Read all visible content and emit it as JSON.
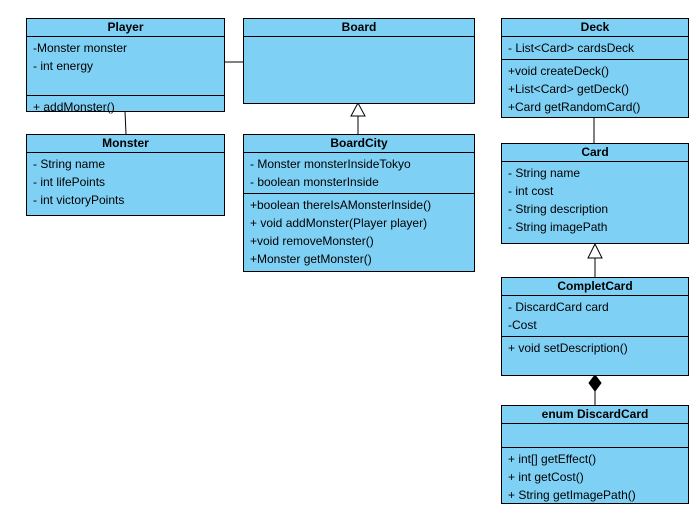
{
  "classes": {
    "player": {
      "name": "Player",
      "attributes": [
        "-Monster monster",
        "- int energy"
      ],
      "methods": [
        "+ addMonster()"
      ]
    },
    "board": {
      "name": "Board",
      "attributes": [],
      "methods": []
    },
    "deck": {
      "name": "Deck",
      "attributes": [
        "- List<Card> cardsDeck"
      ],
      "methods": [
        "+void createDeck()",
        "+List<Card> getDeck()",
        "+Card getRandomCard()"
      ]
    },
    "monster": {
      "name": "Monster",
      "attributes": [
        "- String name",
        "- int lifePoints",
        "- int victoryPoints"
      ],
      "methods": []
    },
    "boardcity": {
      "name": "BoardCity",
      "attributes": [
        "- Monster monsterInsideTokyo",
        "- boolean monsterInside"
      ],
      "methods": [
        "+boolean thereIsAMonsterInside()",
        "+ void addMonster(Player player)",
        "+void removeMonster()",
        "+Monster getMonster()"
      ]
    },
    "card": {
      "name": "Card",
      "attributes": [
        "- String name",
        "- int cost",
        "- String description",
        "- String imagePath"
      ],
      "methods": []
    },
    "completcard": {
      "name": "CompletCard",
      "attributes": [
        "- DiscardCard card",
        "-Cost"
      ],
      "methods": [
        "+ void setDescription()"
      ]
    },
    "discardcard": {
      "name": "enum DiscardCard",
      "attributes": [],
      "methods": [
        "+ int[] getEffect()",
        "+ int getCost()",
        "+ String getImagePath()"
      ]
    }
  },
  "relations": [
    {
      "from": "player",
      "to": "board",
      "type": "association"
    },
    {
      "from": "player",
      "to": "monster",
      "type": "association"
    },
    {
      "from": "boardcity",
      "to": "board",
      "type": "inheritance"
    },
    {
      "from": "deck",
      "to": "card",
      "type": "association"
    },
    {
      "from": "completcard",
      "to": "card",
      "type": "inheritance"
    },
    {
      "from": "discardcard",
      "to": "completcard",
      "type": "composition"
    }
  ],
  "colors": {
    "class_fill": "#7fd0f5",
    "line": "#000000"
  }
}
